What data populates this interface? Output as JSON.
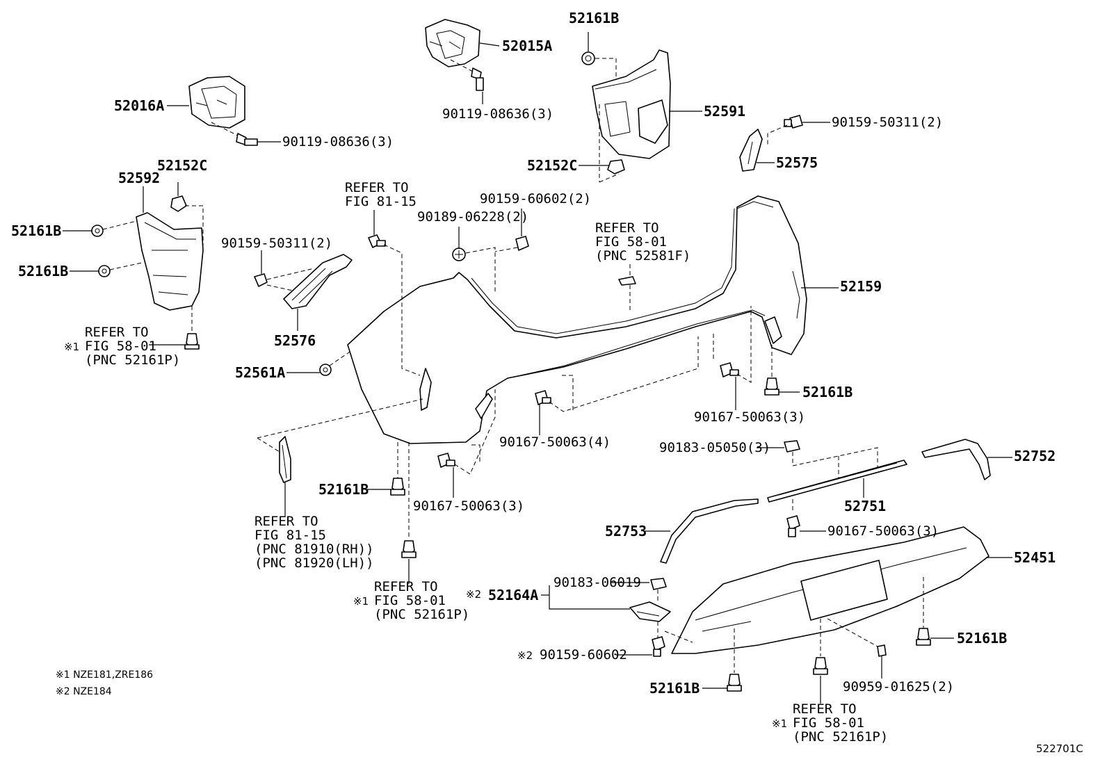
{
  "callouts": [
    {
      "id": "c-52015A",
      "text": "52015A"
    },
    {
      "id": "c-52161B-top",
      "text": "52161B"
    },
    {
      "id": "c-52016A",
      "text": "52016A"
    },
    {
      "id": "c-90119-a",
      "text": "90119-08636(3)"
    },
    {
      "id": "c-90119-b",
      "text": "90119-08636(3)"
    },
    {
      "id": "c-52591",
      "text": "52591"
    },
    {
      "id": "c-90159-50311-r",
      "text": "90159-50311(2)"
    },
    {
      "id": "c-52575",
      "text": "52575"
    },
    {
      "id": "c-52152C-r",
      "text": "52152C"
    },
    {
      "id": "c-52152C-l",
      "text": "52152C"
    },
    {
      "id": "c-52592",
      "text": "52592"
    },
    {
      "id": "c-52161B-l1",
      "text": "52161B"
    },
    {
      "id": "c-52161B-l2",
      "text": "52161B"
    },
    {
      "id": "c-ref-81-15-a",
      "text": "REFER TO\nFIG 81-15"
    },
    {
      "id": "c-90159-60602-2",
      "text": "90159-60602(2)"
    },
    {
      "id": "c-90189-06228",
      "text": "90189-06228(2)"
    },
    {
      "id": "c-90159-50311-l",
      "text": "90159-50311(2)"
    },
    {
      "id": "c-ref-58-01-top",
      "text": "REFER TO\nFIG 58-01\n(PNC 52581F)"
    },
    {
      "id": "c-52159",
      "text": "52159"
    },
    {
      "id": "c-ref-58-01-left",
      "text": "REFER TO\nFIG 58-01\n(PNC 52161P)"
    },
    {
      "id": "c-52576",
      "text": "52576"
    },
    {
      "id": "c-52561A",
      "text": "52561A"
    },
    {
      "id": "c-52161B-mr",
      "text": "52161B"
    },
    {
      "id": "c-90167-50063-3a",
      "text": "90167-50063(3)"
    },
    {
      "id": "c-90167-50063-4",
      "text": "90167-50063(4)"
    },
    {
      "id": "c-90183-05050",
      "text": "90183-05050(3)"
    },
    {
      "id": "c-52752",
      "text": "52752"
    },
    {
      "id": "c-52161B-ml",
      "text": "52161B"
    },
    {
      "id": "c-90167-50063-3b",
      "text": "90167-50063(3)"
    },
    {
      "id": "c-52751",
      "text": "52751"
    },
    {
      "id": "c-ref-81-15-b",
      "text": "REFER TO\nFIG 81-15\n(PNC 81910(RH))\n(PNC 81920(LH))"
    },
    {
      "id": "c-52753",
      "text": "52753"
    },
    {
      "id": "c-90167-50063-3c",
      "text": "90167-50063(3)"
    },
    {
      "id": "c-52451",
      "text": "52451"
    },
    {
      "id": "c-ref-58-01-mid",
      "text": "REFER TO\nFIG 58-01\n(PNC 52161P)"
    },
    {
      "id": "c-90183-06019",
      "text": "90183-06019"
    },
    {
      "id": "c-52164A",
      "text": "52164A"
    },
    {
      "id": "c-52161B-br",
      "text": "52161B"
    },
    {
      "id": "c-90159-60602",
      "text": "90159-60602"
    },
    {
      "id": "c-52161B-bl",
      "text": "52161B"
    },
    {
      "id": "c-90959-01625",
      "text": "90959-01625(2)"
    },
    {
      "id": "c-ref-58-01-bot",
      "text": "REFER TO\nFIG 58-01\n(PNC 52161P)"
    }
  ],
  "marks": {
    "m1": "※1",
    "m2": "※2"
  },
  "notes": {
    "note1": "※1 NZE181,ZRE186",
    "note2": "※2 NZE184"
  },
  "figure_id": "522701C"
}
